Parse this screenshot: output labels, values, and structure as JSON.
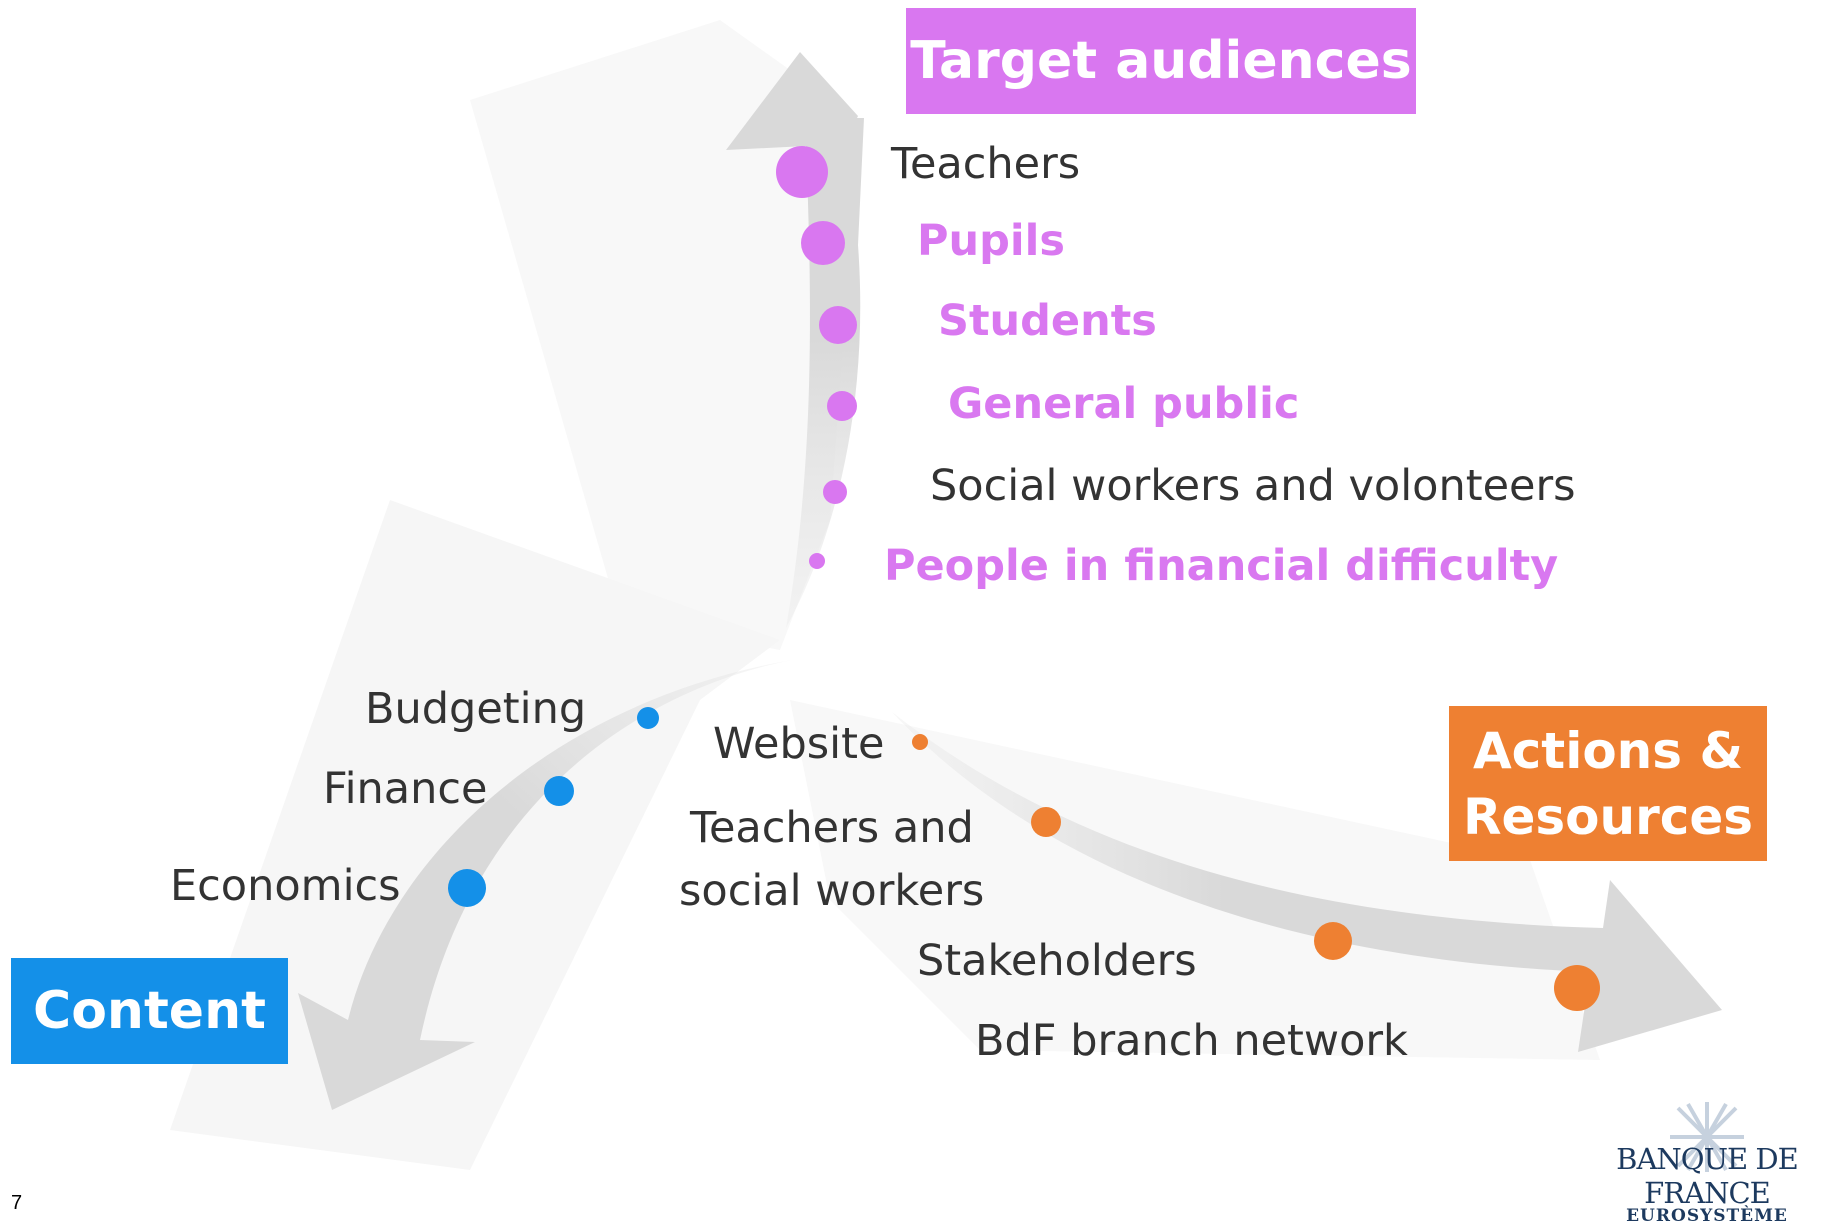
{
  "boxes": {
    "target_audiences": {
      "label": "Target audiences",
      "color": "#d977f0"
    },
    "content": {
      "label": "Content",
      "color": "#1490e8"
    },
    "actions_resources": {
      "line1": "Actions &",
      "line2": "Resources",
      "color": "#ee8032"
    }
  },
  "target_audiences": [
    {
      "label": "Teachers",
      "highlight": false
    },
    {
      "label": "Pupils",
      "highlight": true
    },
    {
      "label": "Students",
      "highlight": true
    },
    {
      "label": "General public",
      "highlight": true
    },
    {
      "label": "Social workers and volonteers",
      "highlight": false
    },
    {
      "label": "People in financial difficulty",
      "highlight": true
    }
  ],
  "content_items": [
    {
      "label": "Budgeting"
    },
    {
      "label": "Finance"
    },
    {
      "label": "Economics"
    }
  ],
  "actions_items": [
    {
      "label": "Website"
    },
    {
      "label": "Teachers and",
      "label2": "social workers"
    },
    {
      "label": "Stakeholders"
    },
    {
      "label": "BdF branch network"
    }
  ],
  "colors": {
    "pink": "#d977f0",
    "blue": "#1490e8",
    "orange": "#ee8032",
    "arrow": "#d9d9d9",
    "text": "#333333"
  },
  "page_number": "7",
  "logo": {
    "name": "BANQUE DE FRANCE",
    "sub": "EUROSYSTÈME"
  }
}
